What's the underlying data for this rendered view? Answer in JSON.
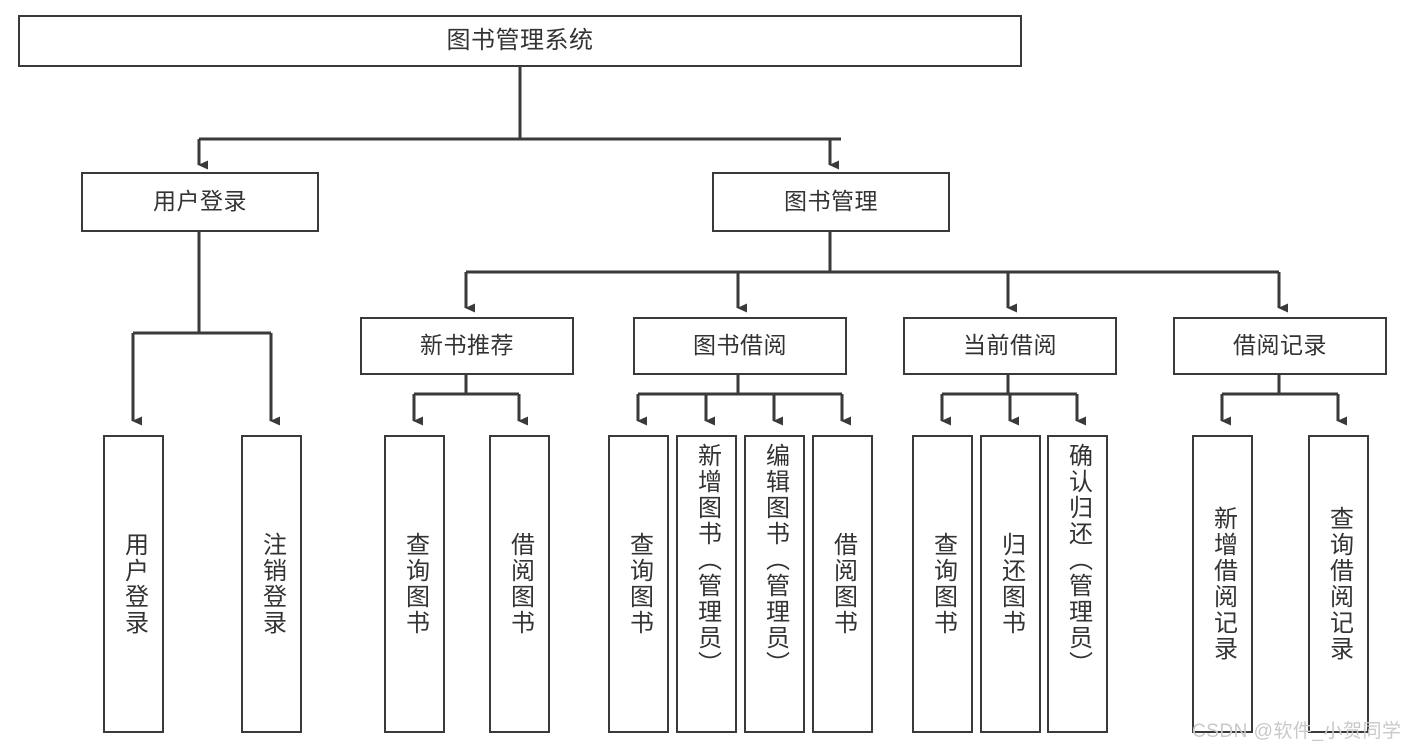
{
  "diagram": {
    "type": "tree",
    "title": "图书管理系统",
    "orientation": "top-down",
    "edge_style": "orthogonal-arrow",
    "colors": {
      "stroke": "#3a3a3a",
      "text": "#333333",
      "background": "#ffffff",
      "watermark": "#c9c9c9"
    },
    "root": {
      "id": "root",
      "label": "图书管理系统"
    },
    "level1": [
      {
        "id": "user-login",
        "label": "用户登录"
      },
      {
        "id": "book-management",
        "label": "图书管理"
      }
    ],
    "level2": [
      {
        "id": "new-book-recommend",
        "label": "新书推荐",
        "parent": "book-management"
      },
      {
        "id": "book-borrow",
        "label": "图书借阅",
        "parent": "book-management"
      },
      {
        "id": "current-borrow",
        "label": "当前借阅",
        "parent": "book-management"
      },
      {
        "id": "borrow-record",
        "label": "借阅记录",
        "parent": "book-management"
      }
    ],
    "leaves": [
      {
        "id": "leaf-user-login",
        "label": "用户登录",
        "parent": "user-login"
      },
      {
        "id": "leaf-logout-login",
        "label": "注销登录",
        "parent": "user-login"
      },
      {
        "id": "leaf-query-book-1",
        "label": "查询图书",
        "parent": "new-book-recommend"
      },
      {
        "id": "leaf-borrow-book-1",
        "label": "借阅图书",
        "parent": "new-book-recommend"
      },
      {
        "id": "leaf-query-book-2",
        "label": "查询图书",
        "parent": "book-borrow"
      },
      {
        "id": "leaf-add-book",
        "label": "新增图书（管理员）",
        "parent": "book-borrow"
      },
      {
        "id": "leaf-edit-book",
        "label": "编辑图书（管理员）",
        "parent": "book-borrow"
      },
      {
        "id": "leaf-borrow-book-2",
        "label": "借阅图书",
        "parent": "book-borrow"
      },
      {
        "id": "leaf-query-book-3",
        "label": "查询图书",
        "parent": "current-borrow"
      },
      {
        "id": "leaf-return-book",
        "label": "归还图书",
        "parent": "current-borrow"
      },
      {
        "id": "leaf-confirm-return",
        "label": "确认归还（管理员）",
        "parent": "current-borrow"
      },
      {
        "id": "leaf-add-record",
        "label": "新增借阅记录",
        "parent": "borrow-record"
      },
      {
        "id": "leaf-query-record",
        "label": "查询借阅记录",
        "parent": "borrow-record"
      }
    ]
  },
  "watermark": {
    "text": "CSDN @软件_小贺同学"
  }
}
